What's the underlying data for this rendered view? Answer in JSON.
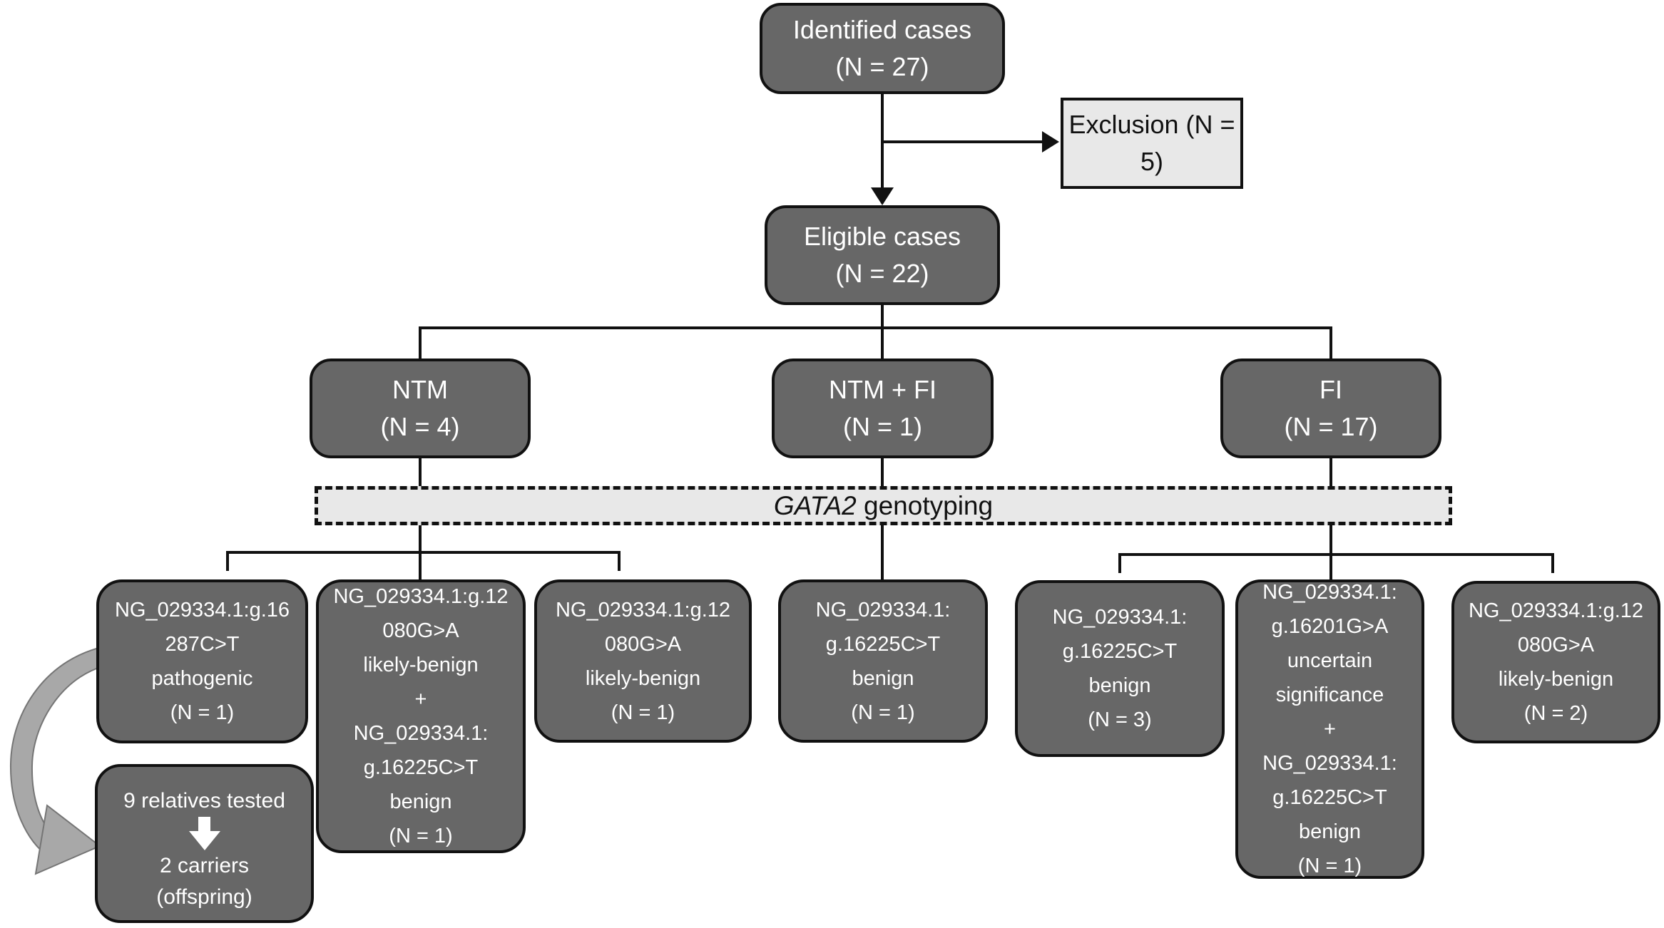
{
  "figure": {
    "title_nodes": {
      "identified": "Identified cases\n(N = 27)",
      "exclusion": "Exclusion\n(N = 5)",
      "eligible": "Eligible cases\n(N = 22)",
      "ntm": "NTM\n(N = 4)",
      "ntm_fi": "NTM + FI\n(N = 1)",
      "fi": "FI\n(N = 17)"
    },
    "genotyping": {
      "gene": "GATA2",
      "label": " genotyping"
    },
    "outcomes": {
      "ntm_1": "NG_029334.1:g.16\n287C>T\npathogenic\n(N = 1)",
      "ntm_2": "NG_029334.1:g.12\n080G>A\nlikely-benign\n+\nNG_029334.1:\ng.16225C>T\nbenign\n(N = 1)",
      "ntm_3": "NG_029334.1:g.12\n080G>A\nlikely-benign\n(N = 1)",
      "ntm_fi_1": "NG_029334.1:\ng.16225C>T\nbenign\n(N = 1)",
      "fi_1": "NG_029334.1:\ng.16225C>T\nbenign\n(N = 3)",
      "fi_2": "NG_029334.1:\ng.16201G>A\nuncertain\nsignificance\n+\nNG_029334.1:\ng.16225C>T\nbenign\n(N = 1)",
      "fi_3": "NG_029334.1:g.12\n080G>A\nlikely-benign\n(N = 2)"
    },
    "relatives": {
      "top": "9 relatives tested",
      "bottom": "2 carriers\n(offspring)"
    },
    "colors": {
      "node_fill": "#676767",
      "node_text": "#ffffff",
      "light_fill": "#e8e8e8",
      "line": "#111111",
      "arrow_fill": "#a8a8a8",
      "arrow_stroke": "#757575"
    }
  }
}
